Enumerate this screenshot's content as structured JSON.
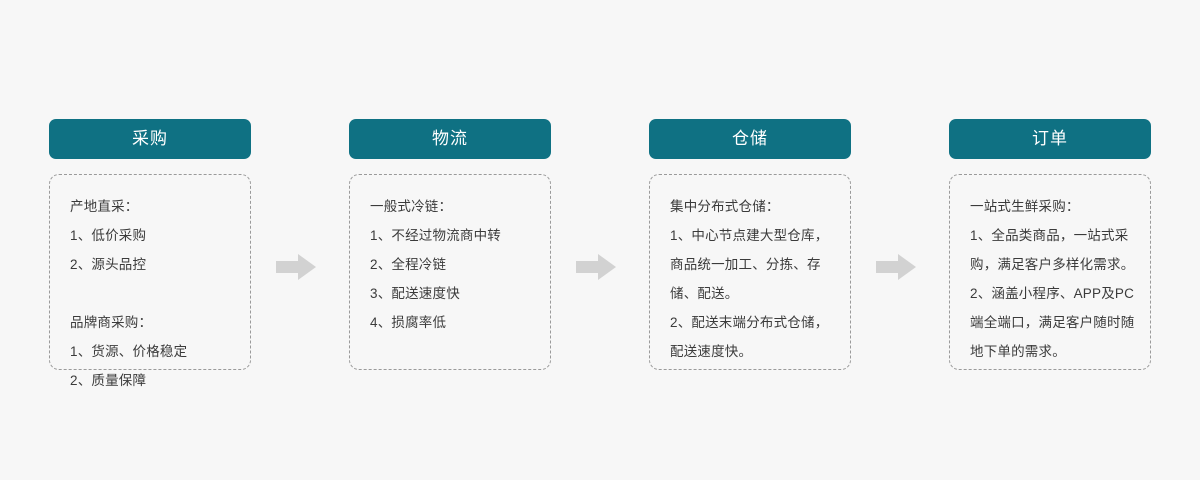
{
  "page": {
    "background_color": "#f7f7f7",
    "accent_color": "#0f7183",
    "arrow_color": "#d2d2d2",
    "body_text_color": "#3b3b3b",
    "border_color": "#9a9a9a"
  },
  "flow": {
    "stages": [
      {
        "id": "procurement",
        "header": "采购",
        "body": "产地直采：\n1、低价采购\n2、源头品控\n\n品牌商采购：\n1、货源、价格稳定\n2、质量保障"
      },
      {
        "id": "logistics",
        "header": "物流",
        "body": "一般式冷链：\n1、不经过物流商中转\n2、全程冷链\n3、配送速度快\n4、损腐率低"
      },
      {
        "id": "warehousing",
        "header": "仓储",
        "body": "集中分布式仓储：\n1、中心节点建大型仓库，商品统一加工、分拣、存储、配送。\n2、配送末端分布式仓储，配送速度快。"
      },
      {
        "id": "order",
        "header": "订单",
        "body": "一站式生鲜采购：\n1、全品类商品，一站式采购，满足客户多样化需求。\n2、涵盖小程序、APP及PC端全端口，满足客户随时随地下单的需求。"
      }
    ],
    "connectors": [
      {
        "id": "arrow-procurement-to-logistics",
        "icon": "arrow-right-icon"
      },
      {
        "id": "arrow-logistics-to-warehousing",
        "icon": "arrow-right-icon"
      },
      {
        "id": "arrow-warehousing-to-order",
        "icon": "arrow-right-icon"
      }
    ]
  }
}
